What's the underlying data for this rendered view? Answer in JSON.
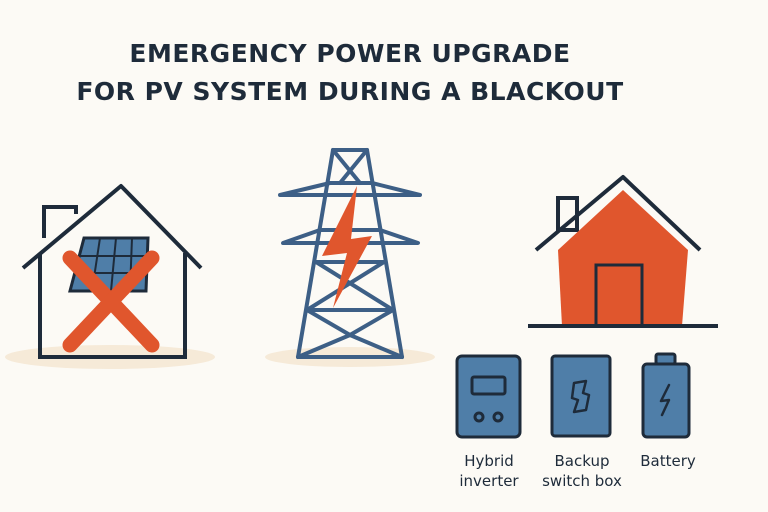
{
  "title": {
    "line1": "EMERGENCY POWER UPGRADE",
    "line2": "FOR PV SYSTEM DURING A BLACKOUT"
  },
  "components": [
    {
      "label_line1": "Hybrid",
      "label_line2": "inverter",
      "icon": "hybrid-inverter-icon"
    },
    {
      "label_line1": "Backup",
      "label_line2": "switch box",
      "icon": "switch-box-icon"
    },
    {
      "label_line1": "Battery",
      "label_line2": "",
      "icon": "battery-icon"
    }
  ],
  "colors": {
    "background": "#fcfaf5",
    "outline": "#1e2b3a",
    "accent_orange": "#e0562d",
    "panel_blue": "#4f7ea8",
    "tower_blue": "#3d5f86",
    "shadow": "#f6ead8"
  }
}
